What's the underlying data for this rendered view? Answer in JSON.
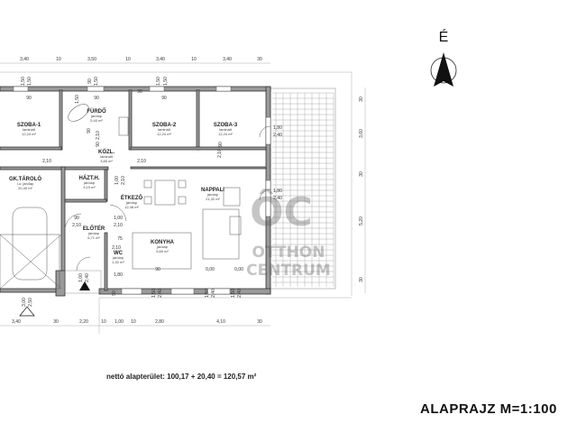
{
  "compass": {
    "label": "É"
  },
  "rooms": [
    {
      "name": "SZOBA-1",
      "floor": "laminált",
      "area": "12,24 m²"
    },
    {
      "name": "FÜRDŐ",
      "floor": "járólap",
      "area": "5,40 m²"
    },
    {
      "name": "SZOBA-2",
      "floor": "laminált",
      "area": "12,24 m²"
    },
    {
      "name": "SZOBA-3",
      "floor": "laminált",
      "area": "12,24 m²"
    },
    {
      "name": "KÖZL.",
      "floor": "laminált",
      "area": "3,85 m²"
    },
    {
      "name": "GK.TÁROLÓ",
      "floor": "I.o. járólap",
      "area": "20,40 m²"
    },
    {
      "name": "HÁZT.H.",
      "floor": "járólap",
      "area": "3,19 m²"
    },
    {
      "name": "ÉTKEZŐ",
      "floor": "járólap",
      "area": "12,48 m²"
    },
    {
      "name": "NAPPALI",
      "floor": "járólap",
      "area": "21,32 m²"
    },
    {
      "name": "ELŐTÉR",
      "floor": "járólap",
      "area": "6,71 m²"
    },
    {
      "name": "KONYHA",
      "floor": "járólap",
      "area": "5,60 m²"
    },
    {
      "name": "WC",
      "floor": "járólap",
      "area": "1,92 m²"
    }
  ],
  "dims_top": [
    "3,40",
    "10",
    "3,50",
    "10",
    "3,40",
    "10",
    "3,40",
    "30"
  ],
  "dims_bottom": [
    "3,40",
    "30",
    "2,20",
    "10",
    "1,00",
    "10",
    "2,80",
    "4,10",
    "30"
  ],
  "dims_right": [
    "30",
    "3,60",
    "30",
    "5,20",
    "30"
  ],
  "openings": [
    "1,50",
    "1,50",
    "90",
    "1,50",
    "1,50",
    "1,50",
    "90",
    "90",
    "90",
    "90",
    "2,10",
    "2,10",
    "2,10",
    "2,10",
    "1,80",
    "2,40",
    "1,80",
    "2,40",
    "1,00",
    "2,10",
    "90",
    "2,10",
    "1,00",
    "2,10",
    "75",
    "2,10",
    "1,80",
    "90",
    "0,00",
    "0,00",
    "1,00",
    "2,40",
    "3,00",
    "2,50",
    "1,50",
    "2,40",
    "1,50",
    "2,40",
    "1,50",
    "2,40",
    "90",
    "1,50",
    "90",
    "90",
    "90"
  ],
  "watermark": {
    "logo": "ÔC",
    "line1": "OTTHON",
    "line2": "CENTRUM"
  },
  "footer": {
    "area_summary": "nettó alapterület:  100,17 + 20,40 = 120,57 m²",
    "title": "ALAPRAJZ  M=1:100"
  }
}
